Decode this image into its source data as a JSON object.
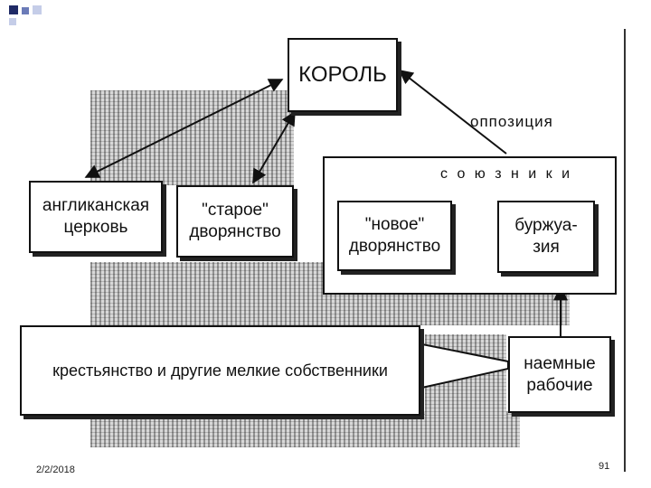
{
  "diagram": {
    "king": "КОРОЛЬ",
    "opposition": "оппозиция",
    "allies": "с о ю з н и к и",
    "anglican_line1": "англиканская",
    "anglican_line2": "церковь",
    "old_nobility_line1": "\"старое\"",
    "old_nobility_line2": "дворянство",
    "new_nobility_line1": "\"новое\"",
    "new_nobility_line2": "дворянство",
    "bourgeoisie_line1": "буржуа-",
    "bourgeoisie_line2": "зия",
    "peasants": "крестьянство и другие мелкие собственники",
    "workers_line1": "наемные",
    "workers_line2": "рабочие"
  },
  "footer": {
    "date": "2/2/2018",
    "page_number": "91"
  },
  "colors": {
    "bullet_dark": "#1f2a66",
    "bullet_mid": "#6b7bb8",
    "bullet_light": "#c5cde8"
  }
}
